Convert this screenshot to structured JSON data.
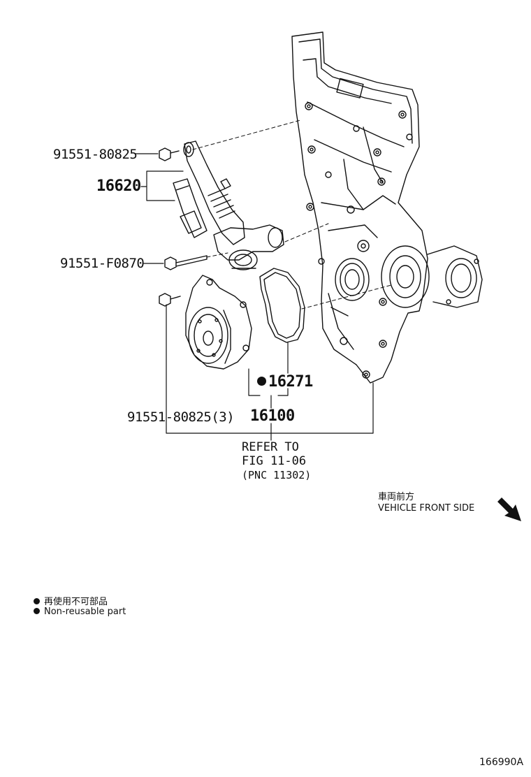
{
  "parts": {
    "bolt_tensioner": "91551-80825",
    "tensioner_assy": "16620",
    "bolt_long": "91551-F0870",
    "gasket": "16271",
    "water_pump": "16100",
    "bolt_pump": "91551-80825(3)"
  },
  "refer": {
    "line1": "REFER TO",
    "line2": "FIG 11-06",
    "line3": "(PNC 11302)"
  },
  "direction": {
    "jp": "車両前方",
    "en": "VEHICLE FRONT SIDE"
  },
  "legend": {
    "jp": "再使用不可部品",
    "en": "Non-reusable part"
  },
  "figure_id": "166990A"
}
